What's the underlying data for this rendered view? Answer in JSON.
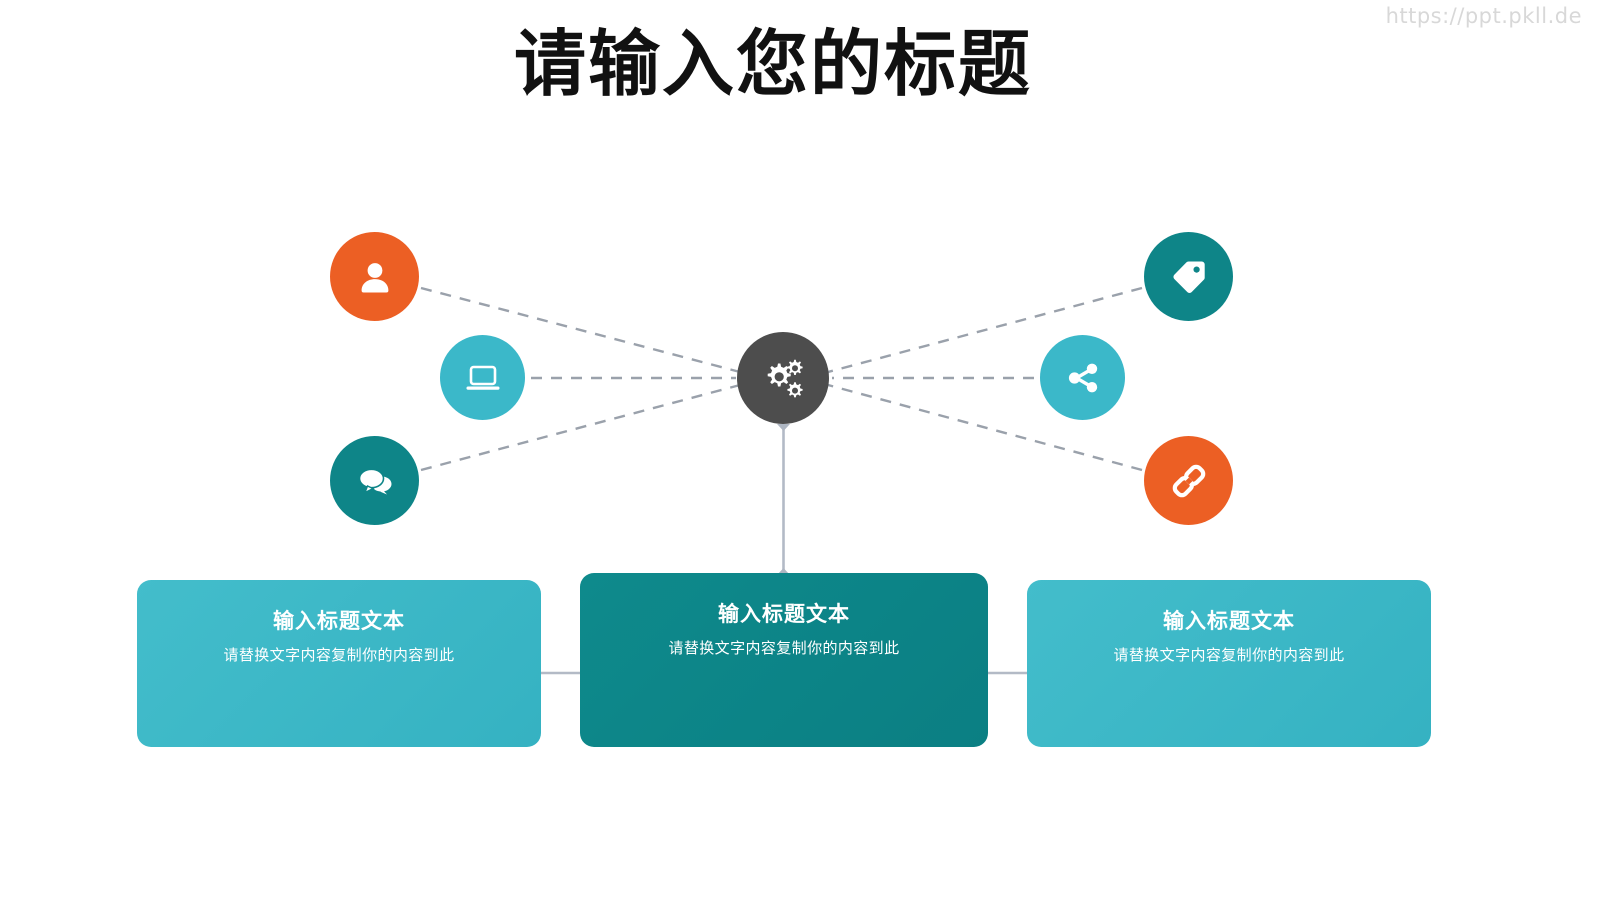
{
  "watermark": "https://ppt.pkll.de",
  "title": "请输入您的标题",
  "colors": {
    "orange": "#ec5f24",
    "teal_light": "#3bb8c9",
    "teal_dark": "#0e8588",
    "center_gray": "#4d4d4d",
    "connector_gray": "#9aa1ab",
    "title_black": "#111111",
    "watermark_gray": "#d8d8d8",
    "background": "#ffffff"
  },
  "nodes": [
    {
      "id": "user",
      "icon": "user-icon",
      "color": "#ec5f24",
      "side": "left"
    },
    {
      "id": "laptop",
      "icon": "laptop-icon",
      "color": "#3bb8c9",
      "side": "left"
    },
    {
      "id": "chat",
      "icon": "chat-icon",
      "color": "#0e8588",
      "side": "left"
    },
    {
      "id": "tag",
      "icon": "tag-icon",
      "color": "#0e8588",
      "side": "right"
    },
    {
      "id": "share",
      "icon": "share-icon",
      "color": "#3bb8c9",
      "side": "right"
    },
    {
      "id": "link",
      "icon": "link-icon",
      "color": "#ec5f24",
      "side": "right"
    }
  ],
  "center_node": {
    "id": "center",
    "icon": "gears-icon",
    "color": "#4d4d4d"
  },
  "cards": [
    {
      "title": "输入标题文本",
      "desc": "请替换文字内容复制你的内容到此"
    },
    {
      "title": "输入标题文本",
      "desc": "请替换文字内容复制你的内容到此"
    },
    {
      "title": "输入标题文本",
      "desc": "请替换文字内容复制你的内容到此"
    }
  ]
}
